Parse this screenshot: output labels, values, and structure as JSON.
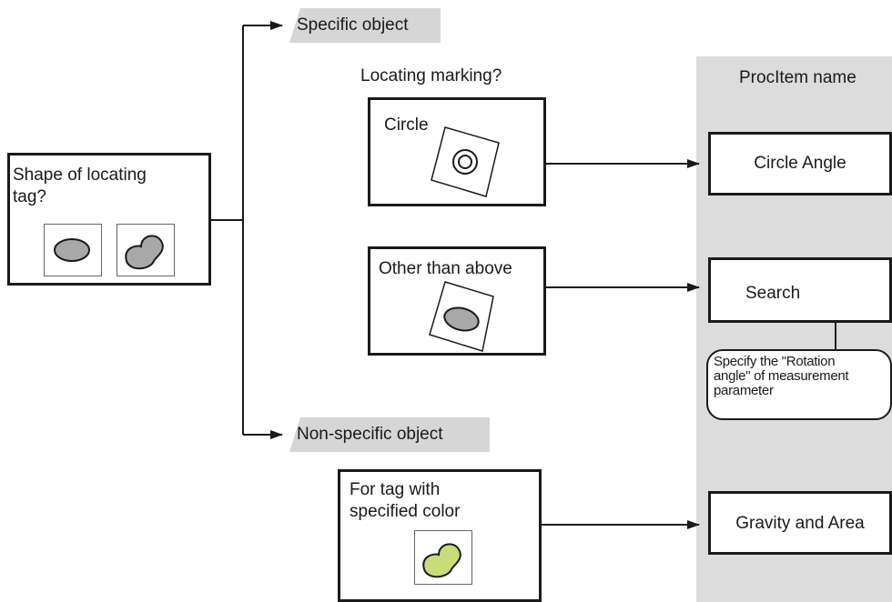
{
  "source_box": {
    "label_line1": "Shape of locating",
    "label_line2": "tag?"
  },
  "branches": {
    "specific": "Specific object",
    "non_specific": "Non-specific object"
  },
  "locating_heading": "Locating marking?",
  "options": {
    "circle": "Circle",
    "other": "Other than above",
    "color_line1": "For tag with",
    "color_line2": "specified color"
  },
  "panel": {
    "title": "ProcItem name",
    "items": {
      "circle_angle": "Circle Angle",
      "search": "Search",
      "gravity": "Gravity and Area"
    }
  },
  "callout": {
    "line1": "Specify the \"Rotation",
    "line2": "angle\" of measurement",
    "line3": "parameter"
  },
  "colors": {
    "line": "#1a1a1a",
    "panel": "#dcdcdc",
    "banner": "#d6d6d6",
    "shape_gray": "#a8a8a8",
    "shape_green": "#c8dc78"
  }
}
